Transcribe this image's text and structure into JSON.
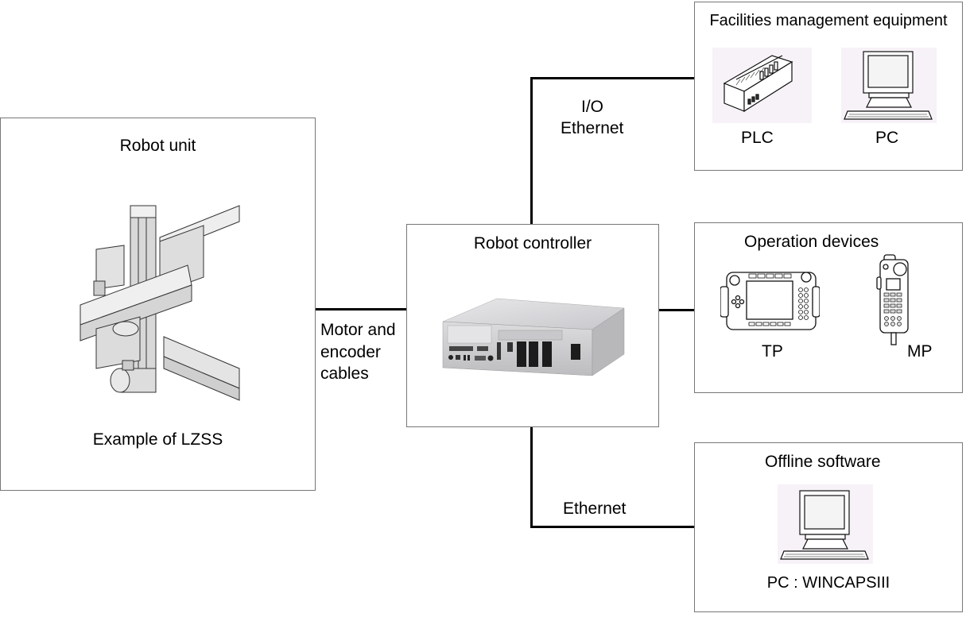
{
  "diagram": {
    "robot_unit": {
      "title": "Robot unit",
      "image": "lzss-robot-illustration",
      "caption": "Example of LZSS"
    },
    "robot_controller": {
      "title": "Robot controller",
      "image": "robot-controller-photo"
    },
    "facilities": {
      "title": "Facilities management equipment",
      "items": [
        {
          "label": "PLC",
          "icon": "plc-icon"
        },
        {
          "label": "PC",
          "icon": "pc-icon"
        }
      ]
    },
    "operation_devices": {
      "title": "Operation devices",
      "items": [
        {
          "label": "TP",
          "icon": "teach-pendant-icon"
        },
        {
          "label": "MP",
          "icon": "mini-pendant-icon"
        }
      ]
    },
    "offline_software": {
      "title": "Offline software",
      "items": [
        {
          "label": "PC : WINCAPSIII",
          "icon": "pc-icon"
        }
      ]
    },
    "connections": [
      {
        "from": "Robot unit",
        "to": "Robot controller",
        "label": "Motor and\nencoder\ncables"
      },
      {
        "from": "Robot controller",
        "to": "Facilities management equipment",
        "label_line1": "I/O",
        "label_line2": "Ethernet"
      },
      {
        "from": "Robot controller",
        "to": "Operation devices",
        "label": ""
      },
      {
        "from": "Robot controller",
        "to": "Offline software",
        "label": "Ethernet"
      }
    ],
    "motor_label_lines": [
      "Motor and",
      "encoder",
      "cables"
    ]
  }
}
